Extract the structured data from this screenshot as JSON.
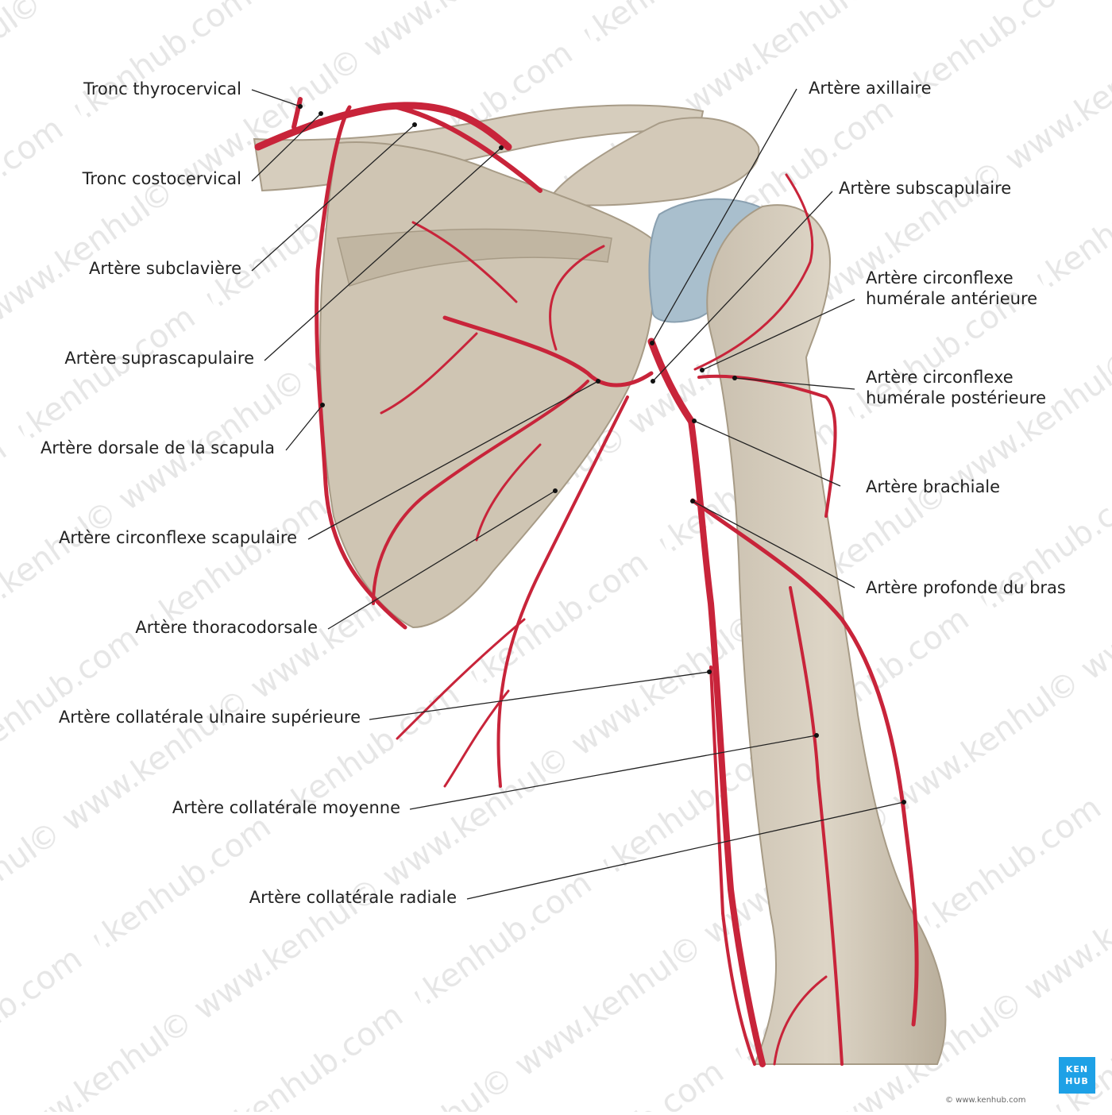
{
  "labels_left": [
    {
      "id": "tronc-thyrocervical",
      "text": "Tronc thyrocervical"
    },
    {
      "id": "tronc-costocervical",
      "text": "Tronc costocervical"
    },
    {
      "id": "artere-subclaviere",
      "text": "Artère subclavière"
    },
    {
      "id": "artere-suprascapulaire",
      "text": "Artère suprascapulaire"
    },
    {
      "id": "artere-dorsale-scapula",
      "text": "Artère dorsale de la scapula"
    },
    {
      "id": "artere-circonflexe-scapulaire",
      "text": "Artère circonflexe scapulaire"
    },
    {
      "id": "artere-thoracodorsale",
      "text": "Artère thoracodorsale"
    },
    {
      "id": "artere-collaterale-ulnaire-superieure",
      "text": "Artère collatérale ulnaire supérieure"
    },
    {
      "id": "artere-collaterale-moyenne",
      "text": "Artère collatérale moyenne"
    },
    {
      "id": "artere-collaterale-radiale",
      "text": "Artère collatérale radiale"
    }
  ],
  "labels_right": [
    {
      "id": "artere-axillaire",
      "lines": [
        "Artère axillaire"
      ]
    },
    {
      "id": "artere-subscapulaire",
      "lines": [
        "Artère subscapulaire"
      ]
    },
    {
      "id": "artere-circonflexe-humerale-anterieure",
      "lines": [
        "Artère circonflexe",
        "humérale antérieure"
      ]
    },
    {
      "id": "artere-circonflexe-humerale-posterieure",
      "lines": [
        "Artère circonflexe",
        "humérale postérieure"
      ]
    },
    {
      "id": "artere-brachiale",
      "lines": [
        "Artère brachiale"
      ]
    },
    {
      "id": "artere-profonde-bras",
      "lines": [
        "Artère profonde du bras"
      ]
    }
  ],
  "watermark": "© www.kenhub.com",
  "logo": [
    "KEN",
    "HUB"
  ],
  "credit": "© www.kenhub.com",
  "colors": {
    "artery": "#c8243a",
    "bone": "#d9d0c0",
    "bone_shadow": "#b8ad9a",
    "cartilage": "#a9bfcd",
    "leader": "#222222",
    "logo": "#1ea1e6"
  }
}
